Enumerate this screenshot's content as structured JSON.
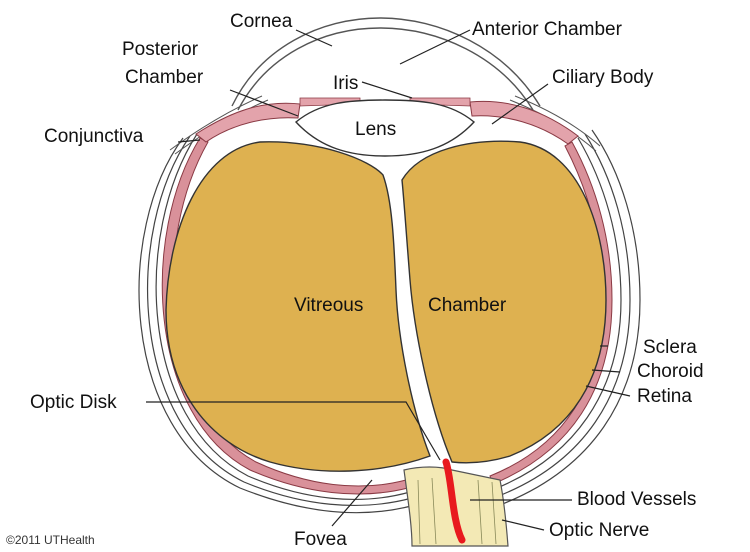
{
  "labels": {
    "cornea": "Cornea",
    "anterior_chamber": "Anterior  Chamber",
    "posterior_chamber_1": "Posterior",
    "posterior_chamber_2": "Chamber",
    "iris": "Iris",
    "ciliary_body": "Ciliary  Body",
    "lens": "Lens",
    "conjunctiva": "Conjunctiva",
    "vitreous": "Vitreous",
    "chamber": "Chamber",
    "sclera": "Sclera",
    "choroid": "Choroid",
    "retina": "Retina",
    "optic_disk": "Optic  Disk",
    "blood_vessels": "Blood  Vessels",
    "optic_nerve": "Optic  Nerve",
    "fovea": "Fovea"
  },
  "copyright": "©2011 UTHealth",
  "colors": {
    "vitreous": "#deb150",
    "tissue_pink": "#e0a0a8",
    "nerve": "#f3e9b5",
    "vessel": "#e8191e",
    "outline": "#333333"
  }
}
